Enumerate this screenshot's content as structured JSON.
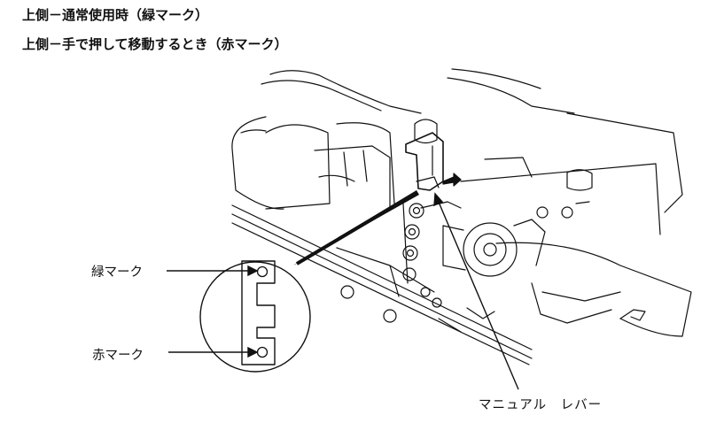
{
  "header": {
    "line1": "上側－通常使用時（緑マーク）",
    "line2": "上側－手で押して移動するとき（赤マーク）"
  },
  "labels": {
    "green_mark": "緑マーク",
    "red_mark": "赤マーク",
    "manual_lever": "マニュアル　レバー"
  },
  "colors": {
    "ink": "#111111",
    "background": "#ffffff"
  }
}
